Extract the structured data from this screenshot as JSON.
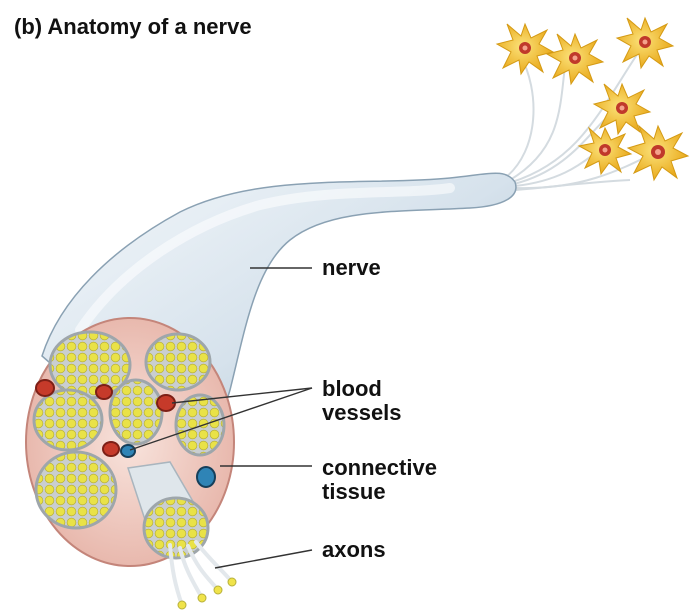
{
  "figure": {
    "title": "(b)  Anatomy of a nerve"
  },
  "labels": {
    "nerve": "nerve",
    "blood_vessels": [
      "blood",
      "vessels"
    ],
    "connective_tissue": [
      "connective",
      "tissue"
    ],
    "axons": "axons"
  },
  "colors": {
    "nerve_body": "#c9d7e3",
    "nerve_highlight": "#eef3f8",
    "connective_tissue": "#f0c9c0",
    "fascicle": "#b9c0c5",
    "axon_fill": "#e8e04a",
    "artery": "#c63a2a",
    "vein": "#2f84b6",
    "neuron": "#f2c12e",
    "neuron_nucleus": "#c0392b",
    "leader_line": "#333333"
  }
}
